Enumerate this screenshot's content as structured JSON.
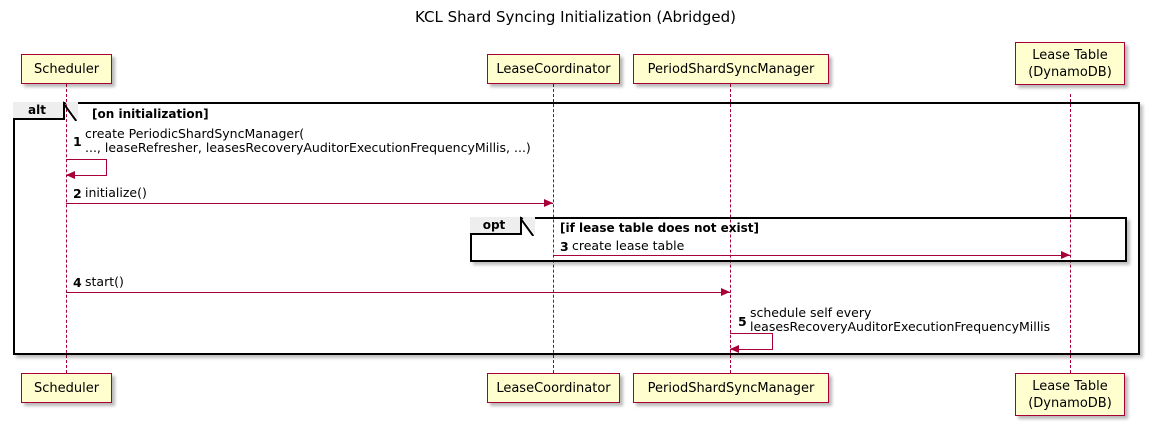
{
  "title": "KCL Shard Syncing Initialization (Abridged)",
  "colors": {
    "participant_fill": "#FEFECE",
    "participant_border": "#A80036",
    "arrow": "#A80036",
    "frame_border": "#000000",
    "frame_tab_fill": "#EEEEEE",
    "background": "#FFFFFF"
  },
  "participants": [
    {
      "id": "scheduler",
      "label": "Scheduler"
    },
    {
      "id": "lease_coordinator",
      "label": "LeaseCoordinator"
    },
    {
      "id": "period_shard_sync_manager",
      "label": "PeriodShardSyncManager"
    },
    {
      "id": "lease_table",
      "label": "Lease Table\n(DynamoDB)"
    }
  ],
  "frames": [
    {
      "id": "alt",
      "type": "alt",
      "tab_label": "alt",
      "condition": "[on initialization]"
    },
    {
      "id": "opt",
      "type": "opt",
      "tab_label": "opt",
      "condition": "[if lease table does not exist]"
    }
  ],
  "messages": [
    {
      "number": "1",
      "text": "create PeriodicShardSyncManager(\n   ..., leaseRefresher, leasesRecoveryAuditorExecutionFrequencyMillis, ...)",
      "from": "scheduler",
      "to": "scheduler",
      "kind": "self"
    },
    {
      "number": "2",
      "text": "initialize()",
      "from": "scheduler",
      "to": "lease_coordinator",
      "kind": "call"
    },
    {
      "number": "3",
      "text": "create lease table",
      "from": "lease_coordinator",
      "to": "lease_table",
      "kind": "call"
    },
    {
      "number": "4",
      "text": "start()",
      "from": "scheduler",
      "to": "period_shard_sync_manager",
      "kind": "call"
    },
    {
      "number": "5",
      "text": "schedule self every\n  leasesRecoveryAuditorExecutionFrequencyMillis",
      "from": "period_shard_sync_manager",
      "to": "period_shard_sync_manager",
      "kind": "self"
    }
  ]
}
